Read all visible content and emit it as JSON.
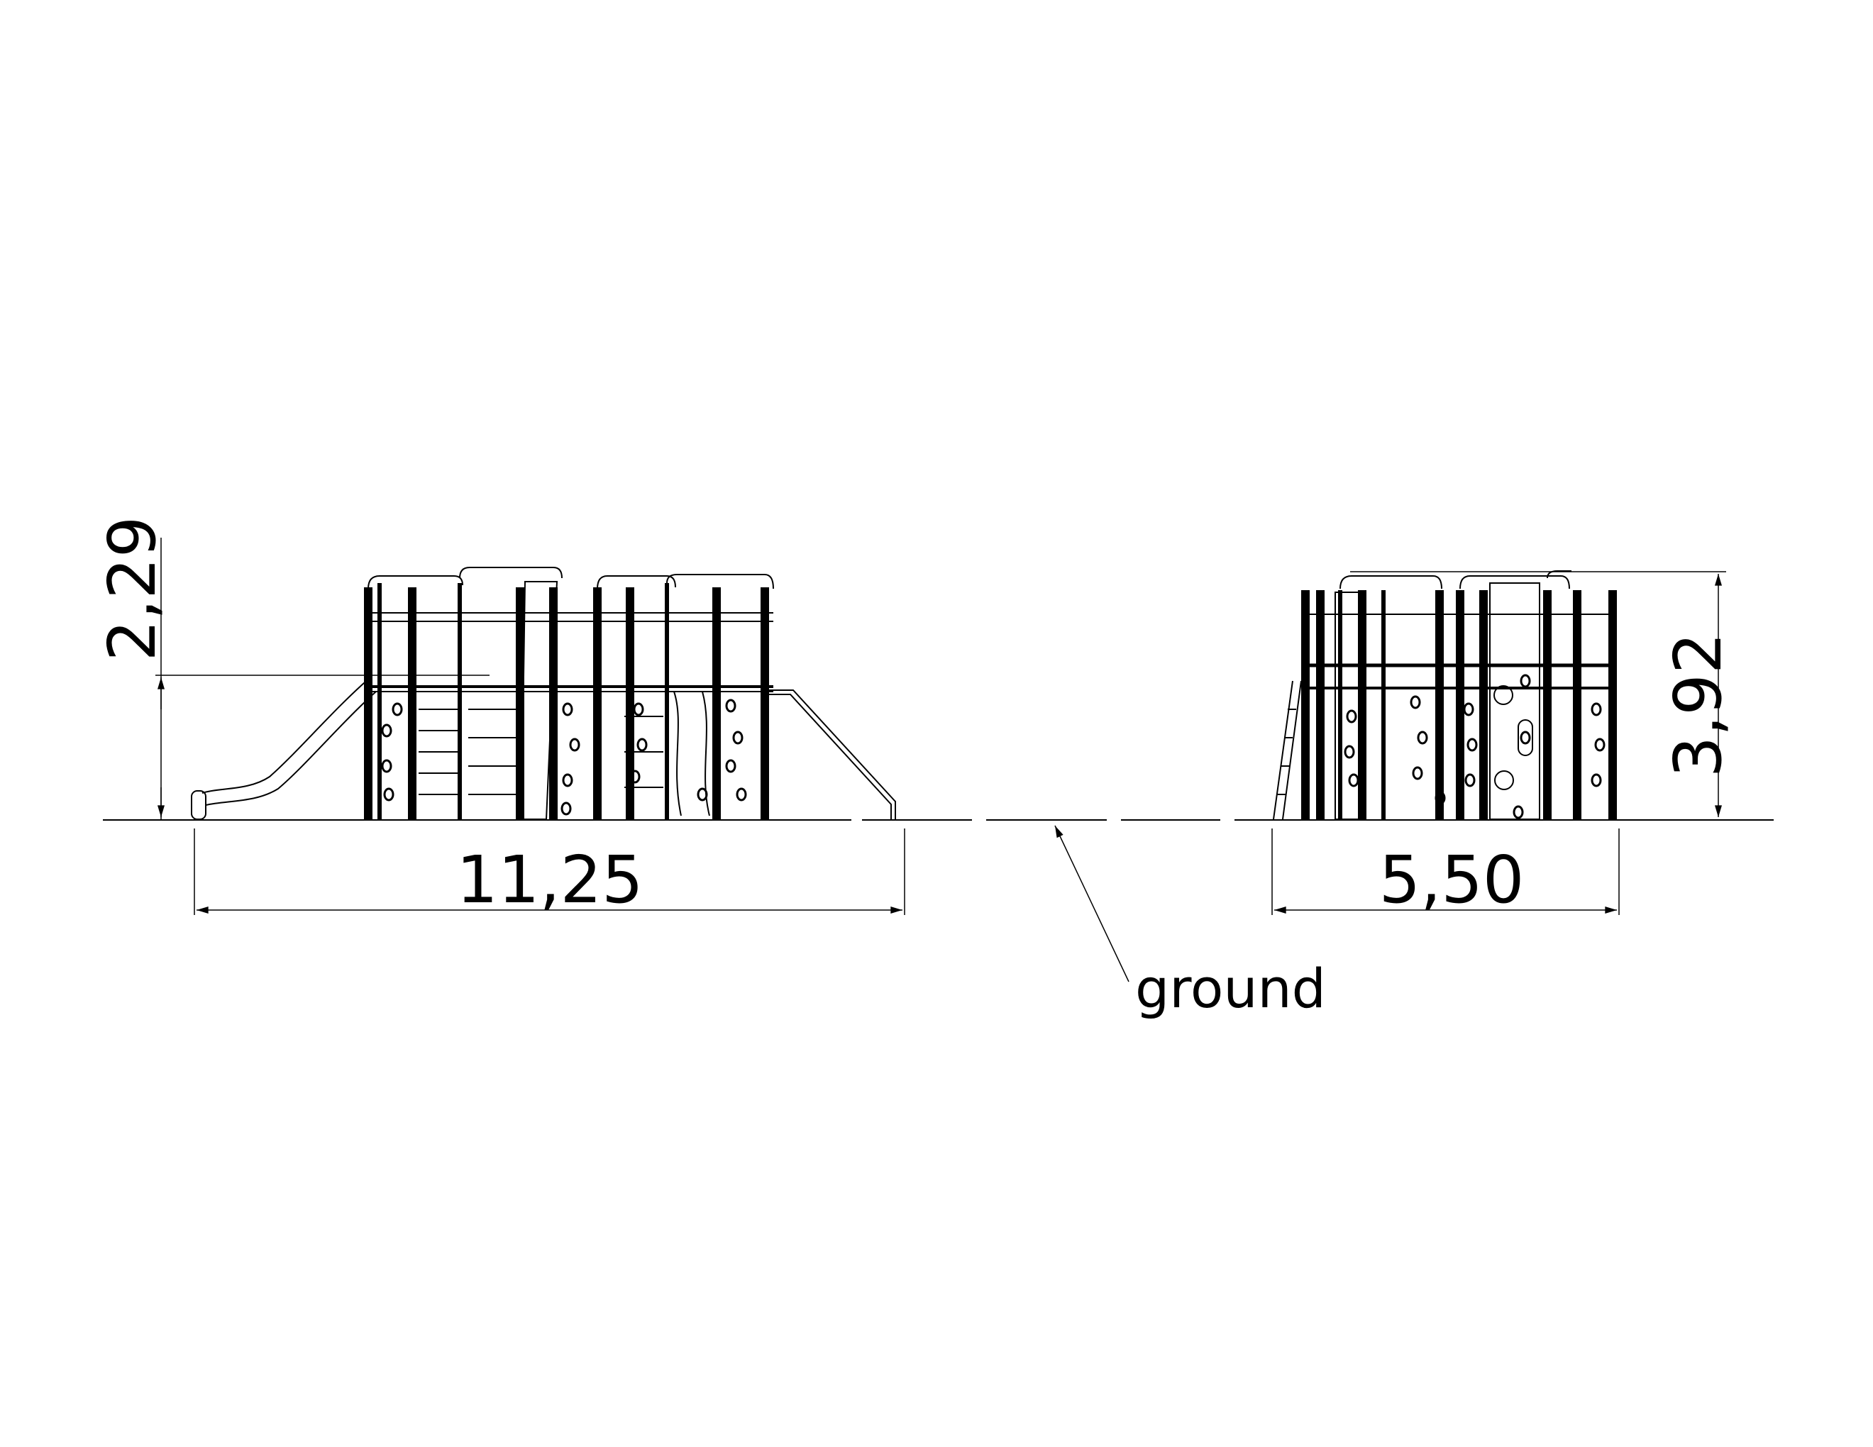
{
  "drawing": {
    "front_view": {
      "width_label": "11,25",
      "platform_height_label": "2,29"
    },
    "side_view": {
      "width_label": "5,50",
      "total_height_label": "3,92"
    },
    "ground_label": "ground",
    "line_color": "#000000",
    "background": "#ffffff"
  }
}
